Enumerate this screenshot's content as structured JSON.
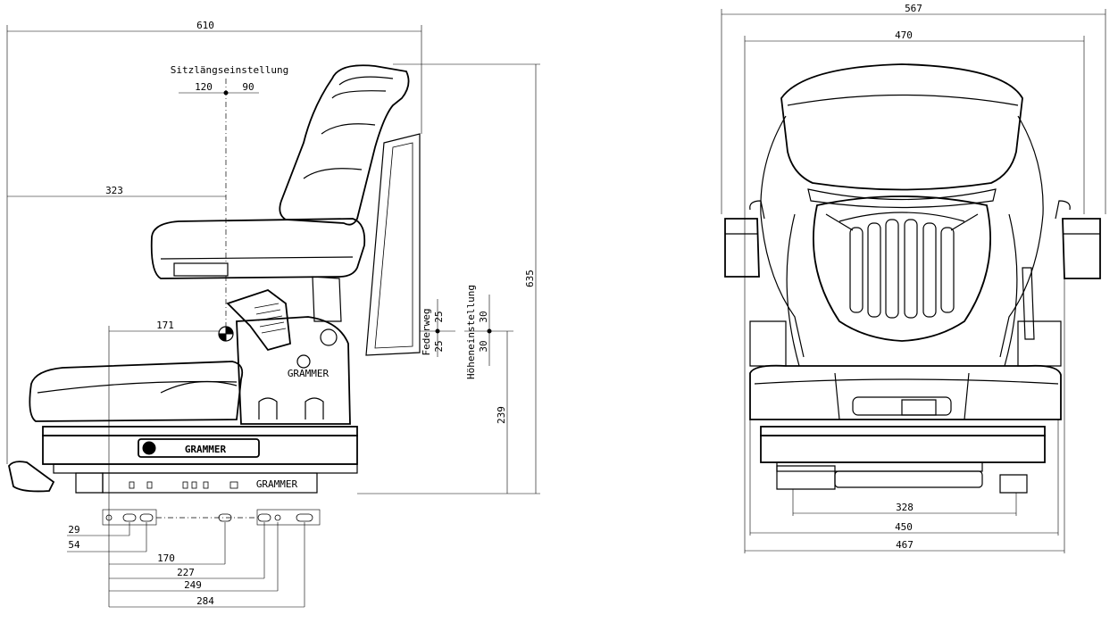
{
  "side_view": {
    "overall_width": "610",
    "seat_length_adjust_label": "Sitzlängseinstellung",
    "seat_length_back": "120",
    "seat_length_fwd": "90",
    "backrest_offset": "323",
    "height_total": "635",
    "suspension_label": "Federweg",
    "suspension_up": "25",
    "suspension_down": "25",
    "height_adjust_label": "Höheneinstellung",
    "height_adjust_up": "30",
    "height_adjust_down": "30",
    "seat_ref_distance": "171",
    "base_height": "239",
    "brand": "GRAMMER",
    "brand_small": "GRAMMER",
    "emblem_text": "GRAMMER",
    "holes": [
      "29",
      "54",
      "170",
      "227",
      "249",
      "284"
    ]
  },
  "front_view": {
    "overall_width": "567",
    "backrest_width": "470",
    "mount_width": "328",
    "base_width": "450",
    "outer_width": "467"
  }
}
